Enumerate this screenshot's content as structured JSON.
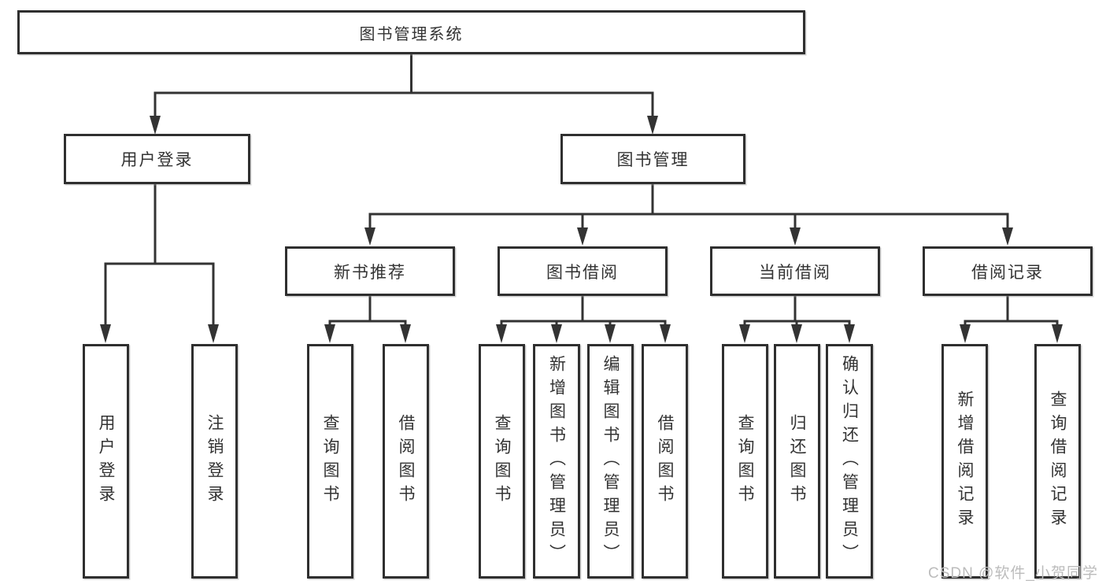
{
  "tree": {
    "label": "图书管理系统",
    "children": [
      {
        "label": "用户登录",
        "children": [
          {
            "label": "用户登录"
          },
          {
            "label": "注销登录"
          }
        ]
      },
      {
        "label": "图书管理",
        "children": [
          {
            "label": "新书推荐",
            "children": [
              {
                "label": "查询图书"
              },
              {
                "label": "借阅图书"
              }
            ]
          },
          {
            "label": "图书借阅",
            "children": [
              {
                "label": "查询图书"
              },
              {
                "label": "新增图书（管理员）"
              },
              {
                "label": "编辑图书（管理员）"
              },
              {
                "label": "借阅图书"
              }
            ]
          },
          {
            "label": "当前借阅",
            "children": [
              {
                "label": "查询图书"
              },
              {
                "label": "归还图书"
              },
              {
                "label": "确认归还（管理员）"
              }
            ]
          },
          {
            "label": "借阅记录",
            "children": [
              {
                "label": "新增借阅记录"
              },
              {
                "label": "查询借阅记录"
              }
            ]
          }
        ]
      }
    ]
  },
  "watermark": {
    "text": "CSDN @软件_小贺同学"
  },
  "colors": {
    "line": "#333333",
    "border": "#2f2f2f",
    "text": "#333333",
    "watermark": "#bcbcbc",
    "background": "#ffffff"
  }
}
